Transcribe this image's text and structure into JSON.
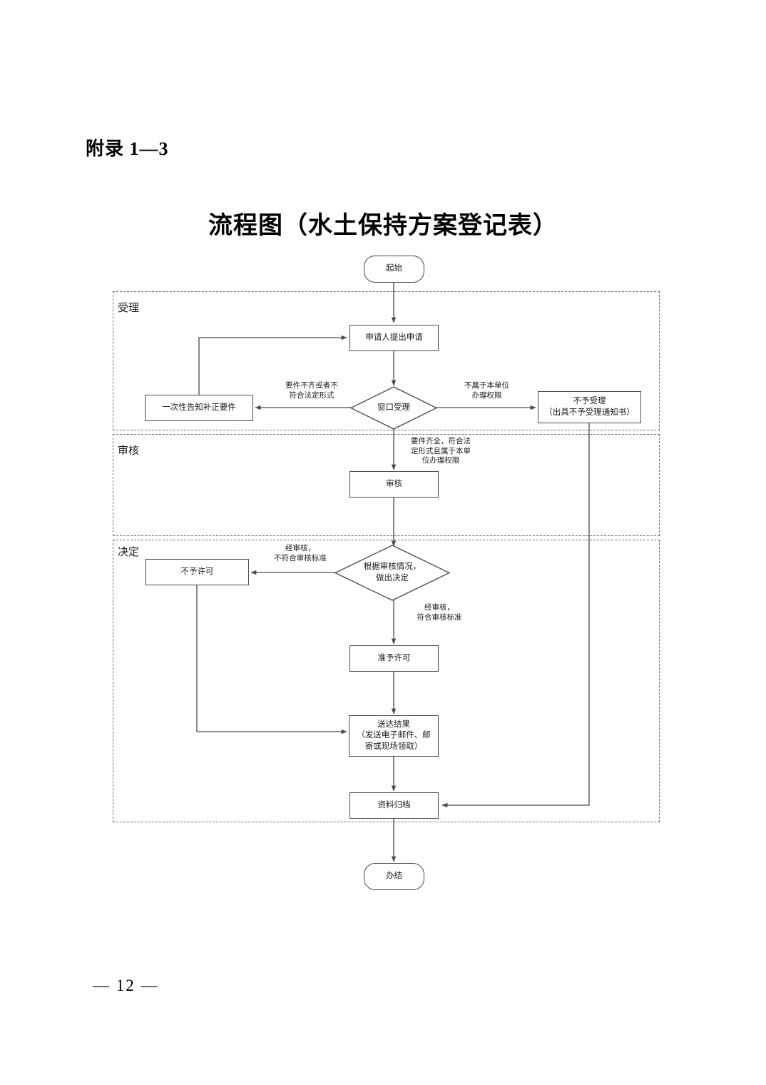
{
  "document": {
    "appendix_label": "附录 1—3",
    "title": "流程图（水土保持方案登记表）",
    "page_number": "— 12 —"
  },
  "flowchart": {
    "lanes": [
      {
        "id": "lane-acceptance",
        "title": "受理"
      },
      {
        "id": "lane-review",
        "title": "审核"
      },
      {
        "id": "lane-decision",
        "title": "决定"
      }
    ],
    "nodes": [
      {
        "id": "start",
        "type": "terminator",
        "label": "起始"
      },
      {
        "id": "apply",
        "type": "process",
        "label": "申请人提出申请"
      },
      {
        "id": "window",
        "type": "decision",
        "label": "窗口受理"
      },
      {
        "id": "notify-fix",
        "type": "process",
        "label": "一次性告知补正要件"
      },
      {
        "id": "reject-accept",
        "type": "process",
        "label": "不予受理\n（出具不予受理通知书）"
      },
      {
        "id": "review",
        "type": "process",
        "label": "审核"
      },
      {
        "id": "decide",
        "type": "decision",
        "label": "根据审核情况，\n做出决定"
      },
      {
        "id": "no-permit",
        "type": "process",
        "label": "不予许可"
      },
      {
        "id": "permit",
        "type": "process",
        "label": "准予许可"
      },
      {
        "id": "deliver",
        "type": "process",
        "label": "送达结果\n（发送电子邮件、邮\n寄或现场领取）"
      },
      {
        "id": "archive",
        "type": "process",
        "label": "资料归档"
      },
      {
        "id": "end",
        "type": "terminator",
        "label": "办结"
      }
    ],
    "edge_labels": [
      {
        "id": "label-not-complete",
        "text": "要件不齐或者不\n符合法定形式"
      },
      {
        "id": "label-not-authorized",
        "text": "不属于本单位\n办理权限"
      },
      {
        "id": "label-complete",
        "text": "要件齐全，符合法\n定形式且属于本单\n位办理权限"
      },
      {
        "id": "label-fail-standard",
        "text": "经审核，\n不符合审核标准"
      },
      {
        "id": "label-pass-standard",
        "text": "经审核，\n符合审核标准"
      }
    ]
  }
}
